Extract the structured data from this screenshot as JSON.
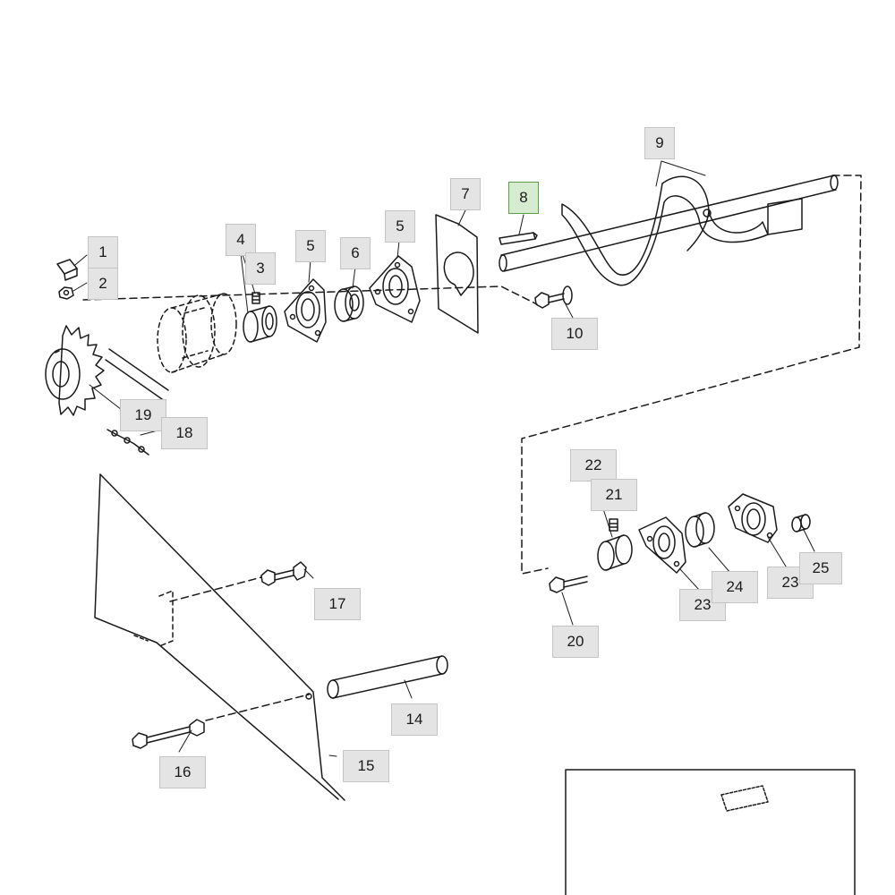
{
  "diagram": {
    "callouts": {
      "c1": "1",
      "c2": "2",
      "c3": "3",
      "c4": "4",
      "c5a": "5",
      "c5b": "5",
      "c6": "6",
      "c7": "7",
      "c8": "8",
      "c9": "9",
      "c10": "10",
      "c14": "14",
      "c15": "15",
      "c16": "16",
      "c17": "17",
      "c18": "18",
      "c19": "19",
      "c20": "20",
      "c21": "21",
      "c22": "22",
      "c23a": "23",
      "c23b": "23",
      "c24": "24",
      "c25": "25"
    },
    "selected_callout": "8",
    "colors": {
      "line": "#1a1a1a",
      "callout_fill": "#e4e4e4",
      "callout_border": "#c4c4c4",
      "selected_fill": "#d6ebd0",
      "selected_border": "#5a9e4a"
    }
  }
}
